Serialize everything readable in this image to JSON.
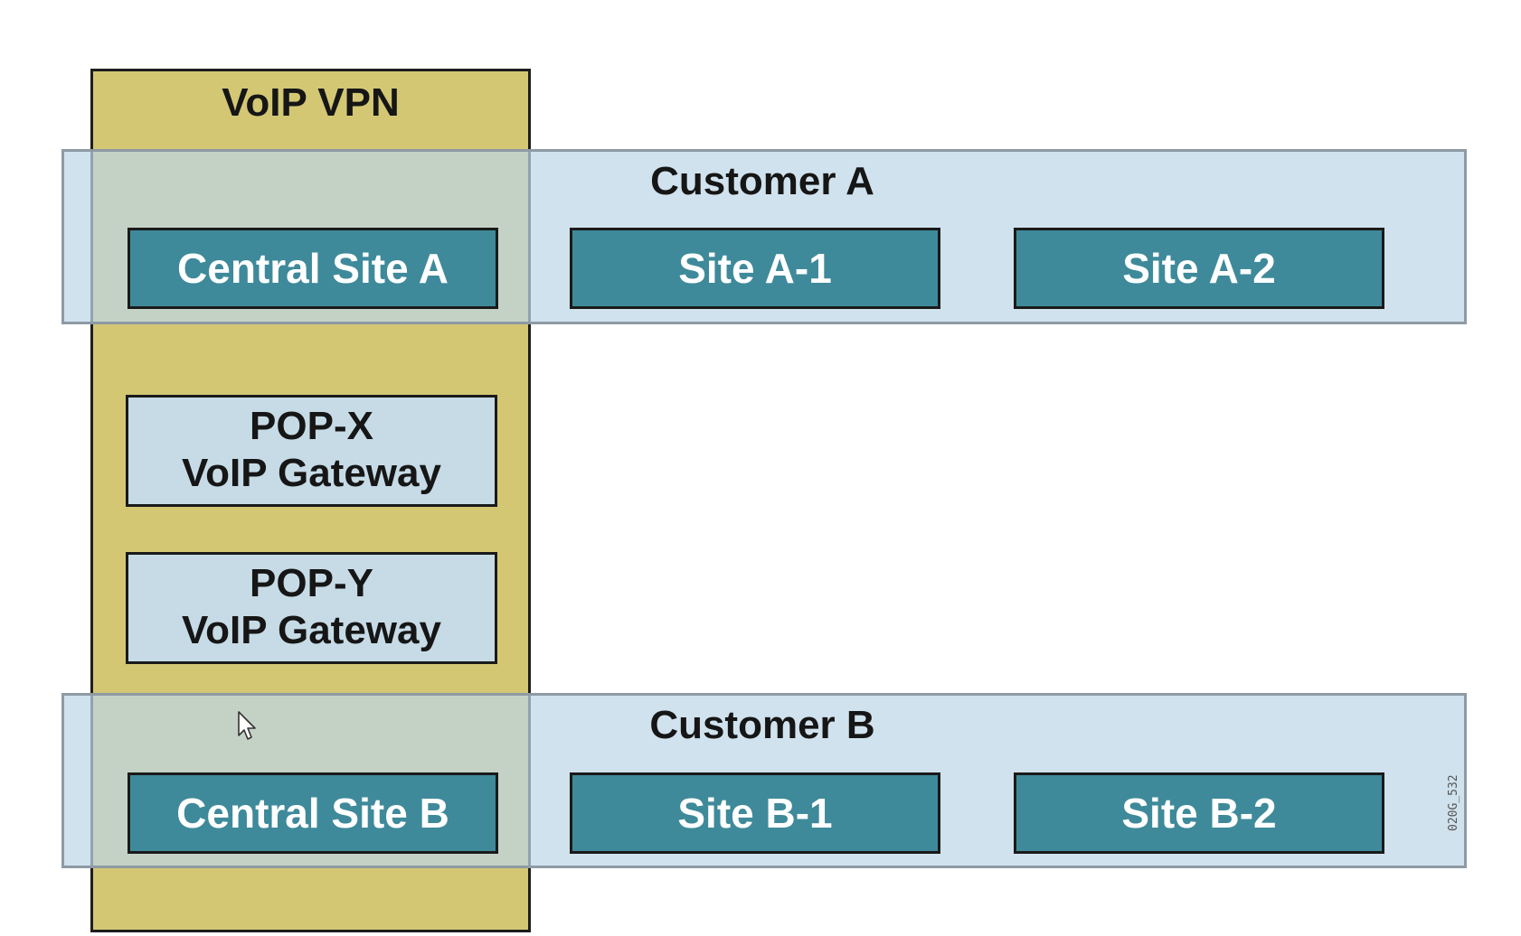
{
  "vpn": {
    "title": "VoIP VPN",
    "gateways": [
      {
        "line1": "POP-X",
        "line2": "VoIP Gateway"
      },
      {
        "line1": "POP-Y",
        "line2": "VoIP Gateway"
      }
    ]
  },
  "customers": [
    {
      "title": "Customer A",
      "sites": [
        "Central Site A",
        "Site A-1",
        "Site A-2"
      ]
    },
    {
      "title": "Customer B",
      "sites": [
        "Central Site B",
        "Site B-1",
        "Site B-2"
      ]
    }
  ],
  "figure_code": "020G_532",
  "colors": {
    "vpn_band": "#d3c774",
    "customer_band": "#bed7e6",
    "site_box": "#3e8a9a",
    "gateway_box": "#c6dbe6"
  }
}
